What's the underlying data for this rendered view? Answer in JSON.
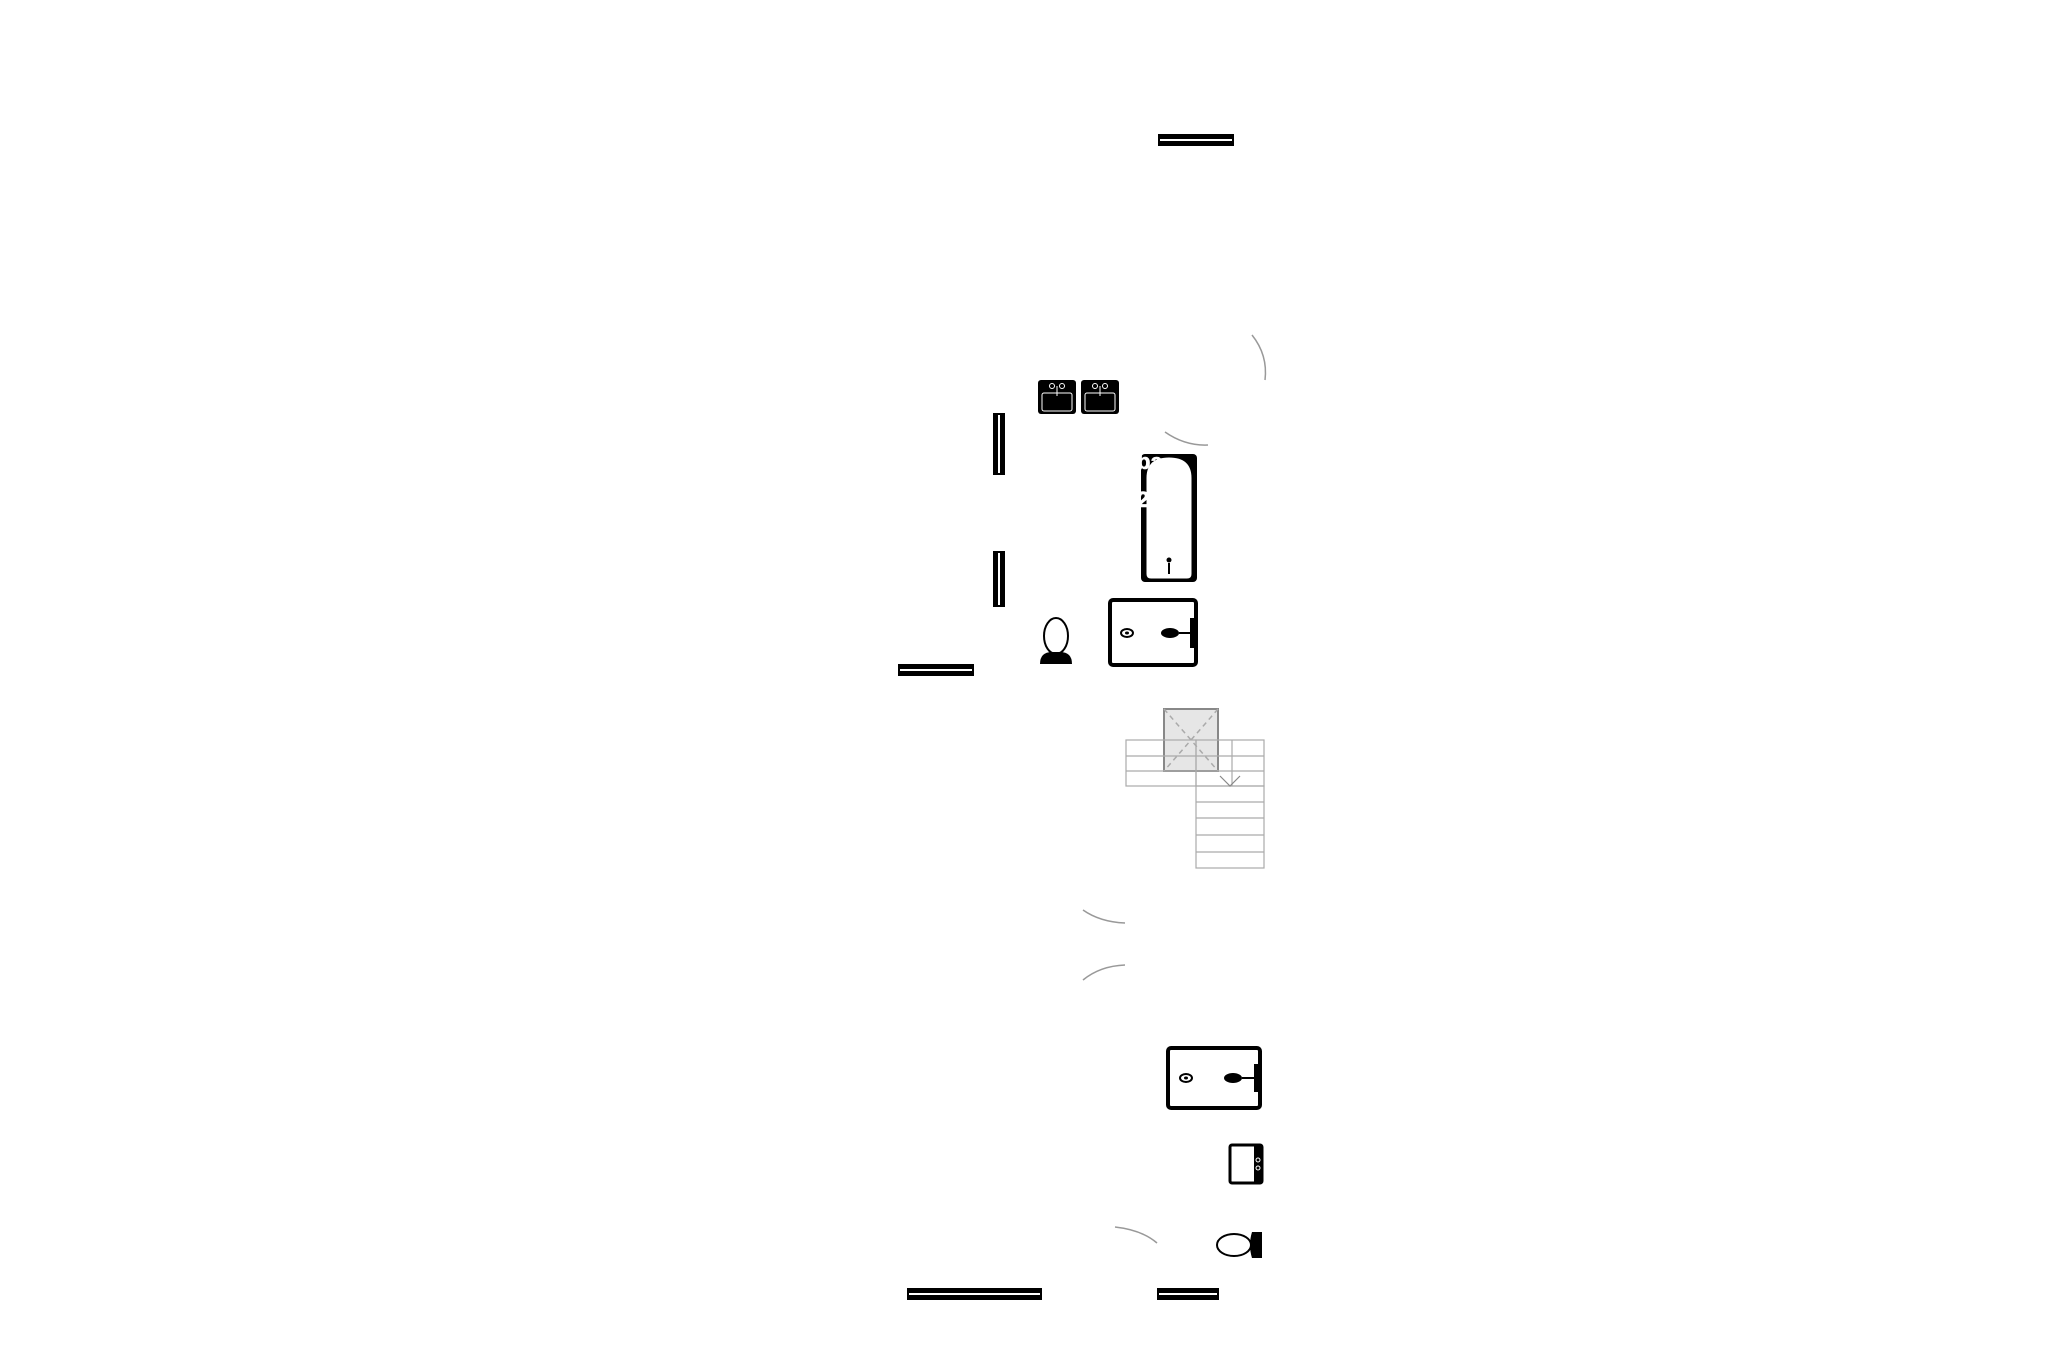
{
  "plan": {
    "fragments": [
      {
        "id": "bathroom-label-fragment",
        "text": "ba"
      },
      {
        "id": "bathroom-area-fragment",
        "text": "m²"
      },
      {
        "id": "bathroom-dimension-fragment",
        "text": "2m"
      }
    ],
    "icons": [
      "wall-segment-icon",
      "door-swing-icon",
      "sink-icon",
      "bathtub-icon",
      "toilet-icon",
      "shower-tray-icon",
      "staircase-icon",
      "skylight-icon"
    ],
    "colors": {
      "wall": "#000000",
      "fixture_outline": "#000000",
      "stair_line": "#aaaaaa",
      "skylight_fill": "#e6e6e6",
      "background": "#ffffff"
    }
  }
}
